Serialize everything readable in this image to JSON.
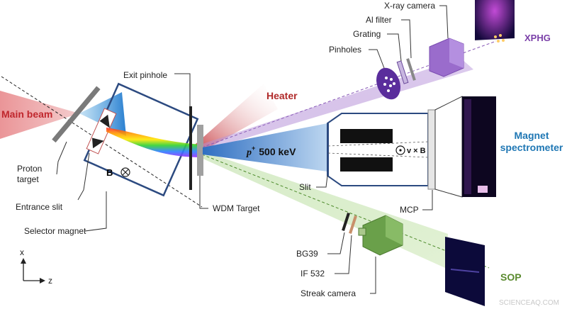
{
  "labels": {
    "main_beam": "Main beam",
    "proton_target": [
      "Proton",
      "target"
    ],
    "entrance_slit": "Entrance slit",
    "selector_magnet": "Selector magnet",
    "field_symbol": "B",
    "exit_pinhole": "Exit pinhole",
    "wdm_target": "WDM Target",
    "heater": "Heater",
    "proton_energy": "500 keV",
    "proton_symbol": "p",
    "proton_charge": "+",
    "slit": "Slit",
    "vxb": "v × B",
    "magnet_spectrometer": [
      "Magnet",
      "spectrometer"
    ],
    "mcp": "MCP",
    "pinholes": "Pinholes",
    "grating": "Grating",
    "al_filter": "Al filter",
    "xray_camera": "X-ray camera",
    "xphg": "XPHG",
    "bg39": "BG39",
    "if532": "IF 532",
    "streak_camera": "Streak camera",
    "sop": "SOP",
    "axis_x": "x",
    "axis_z": "z",
    "watermark": "SCIENCEAQ.COM"
  },
  "colors": {
    "main_beam_text": "#c0272d",
    "heater_text": "#b02a2a",
    "xphg_text": "#7a3fa8",
    "spectrometer_text": "#1f77b4",
    "sop_text": "#5a8a2e",
    "proton_beam": "#3a7fd0",
    "magnet_frame": "#2c4a80"
  }
}
